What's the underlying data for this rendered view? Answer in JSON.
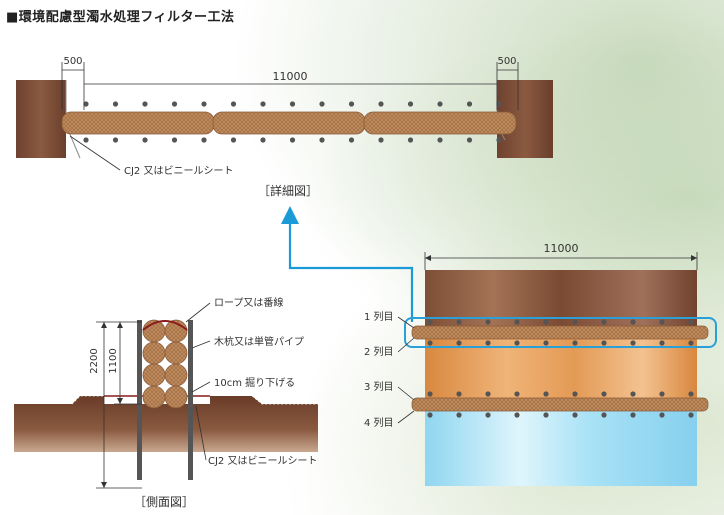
{
  "title": "■環境配慮型濁水処理フィルター工法",
  "top_view": {
    "width_dim": "11000",
    "margin_left_dim": "500",
    "margin_right_dim": "500",
    "sheet_label": "CJ2 又はビニールシート",
    "caption": "［詳細図］"
  },
  "side_view": {
    "height_total": "2200",
    "height_filter": "1100",
    "labels": {
      "rope": "ロープ又は番線",
      "stake": "木杭又は単管パイプ",
      "dig": "10cm 掘り下げる",
      "sheet": "CJ2 又はビニールシート"
    },
    "caption": "［側面図］"
  },
  "front_view": {
    "width_dim": "11000",
    "rows": [
      "1 列目",
      "2 列目",
      "3 列目",
      "4 列目"
    ]
  },
  "colors": {
    "soil": "#7a4a32",
    "filter": "#b98556",
    "arrow": "#1a9ad6",
    "highlight": "#2aa0d8",
    "orange": "#e59a52",
    "water": "#aee4f5"
  }
}
